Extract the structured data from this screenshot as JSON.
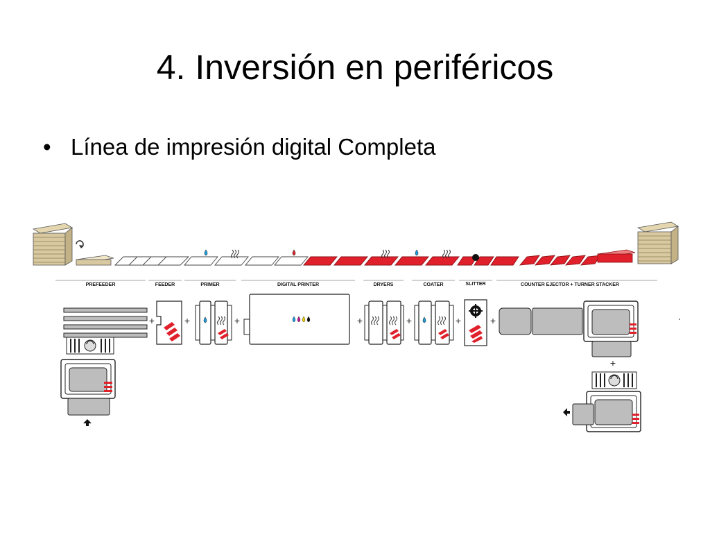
{
  "slide": {
    "title": "4. Inversión en periféricos",
    "bullet_symbol": "•",
    "bullet": "Línea de impresión digital Completa"
  },
  "diagram": {
    "stages": [
      {
        "key": "prefeeder",
        "label": "PREFEEDER"
      },
      {
        "key": "feeder",
        "label": "FEEDER"
      },
      {
        "key": "primer",
        "label": "PRIMER"
      },
      {
        "key": "digital_printer",
        "label": "DIGITAL PRINTER"
      },
      {
        "key": "dryers",
        "label": "DRYERS"
      },
      {
        "key": "coater",
        "label": "COATER"
      },
      {
        "key": "slitter",
        "label": "SLITTER"
      },
      {
        "key": "counter_ejector",
        "label": "COUNTER EJECTOR + TURNER STACKER"
      }
    ],
    "connector_symbol": "+",
    "colors": {
      "accent_red": "#e0202a",
      "carton": "#d9c9a0",
      "carton_dark": "#8a7a55",
      "machine_fill": "#bdbdbd",
      "outline": "#222222",
      "ink_cyan": "#1a9fe0",
      "ink_magenta": "#c2188c",
      "ink_yellow": "#f2d400",
      "ink_black": "#111111"
    },
    "icons": [
      "rotate-icon",
      "water-drop-icon",
      "heat-icon",
      "ink-drop-icon",
      "saw-blade-icon",
      "arrow-up-icon",
      "arrow-left-icon"
    ]
  }
}
